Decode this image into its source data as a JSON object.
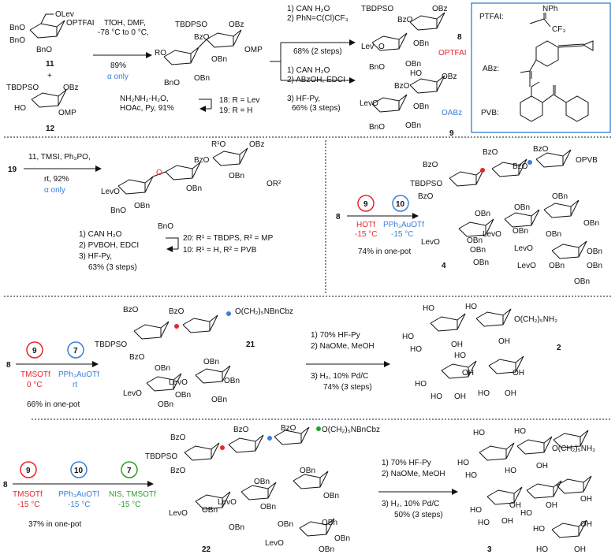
{
  "colors": {
    "red": "#e8252b",
    "blue": "#3a7ed8",
    "green": "#2aa02a",
    "box": "#4a90d9",
    "black": "#111111"
  },
  "panel1": {
    "cpd11": "11",
    "cpd12": "12",
    "plus": "+",
    "reag1": "TfOH, DMF,",
    "reag2": "-78 °C to 0 °C,",
    "yield1": "89%",
    "alpha": "α only",
    "reag3": "NH₂NH₂-H₂O,",
    "reag4": "HOAc, Py, 91%",
    "r18": "18: R = Lev",
    "r19": "19: R = H",
    "upper1": "1) CAN H₂O",
    "upper2": "2) PhN=C(Cl)CF₃",
    "upper3": "68% (2 steps)",
    "lower1": "1) CAN H₂O",
    "lower2": "2) ABzOH, EDCI",
    "lower3": "3) HF-Py,",
    "lower4": "66% (3 steps)",
    "cpd8": "8",
    "cpd9": "9",
    "optfai": "OPTFAI",
    "oabz": "OABz",
    "legend_ptfai": "PTFAI:",
    "legend_abz": "ABz:",
    "legend_pvb": "PVB:",
    "nph": "NPh",
    "cf3": "CF₃",
    "labels11": [
      "OLev",
      "BnO",
      "BnO",
      "BnO",
      "OPTFAI"
    ],
    "labels12": [
      "TBDPSO",
      "OBz",
      "HO",
      "OMP"
    ],
    "labelsMid": [
      "TBDPSO",
      "OBz",
      "BzO",
      "RO",
      "OBn",
      "OMP",
      "BnO",
      "OBn"
    ],
    "labels8": [
      "TBDPSO",
      "OBz",
      "BzO",
      "Lev",
      "O",
      "OBn",
      "BnO",
      "OBn"
    ],
    "labels9": [
      "HO",
      "OBz",
      "BzO",
      "LevO",
      "OBn",
      "BnO",
      "OBn"
    ]
  },
  "panel2": {
    "cpd19": "19",
    "reag1": "11, TMSI, Ph₃PO,",
    "reag2": "rt, 92%",
    "alpha": "α only",
    "step1": "1) CAN H₂O",
    "step2": "2) PVBOH, EDCI",
    "step3": "3) HF-Py,",
    "step4": "63% (3 steps)",
    "r20": "20: R¹ = TBDPS, R² = MP",
    "r10": "10: R¹ = H, R² = PVB",
    "labels": [
      "R¹O",
      "OBz",
      "BzO",
      "LevO",
      "OBn",
      "OBn",
      "BnO",
      "OBn",
      "BnO",
      "OR²",
      "O"
    ]
  },
  "panel3": {
    "cpd8": "8",
    "donor9": "9",
    "donor10": "10",
    "cond9": "HOTf",
    "temp9": "-15 °C",
    "cond10": "PPh₃AuOTf",
    "temp10": "-15 °C",
    "yield": "74% in one-pot",
    "cpd4": "4",
    "labels": [
      "BzO",
      "BzO",
      "BzO",
      "OPVB",
      "BzO",
      "TBDPSO",
      "BzO",
      "OBn",
      "OBn",
      "OBn",
      "OBn",
      "LevO",
      "LevO",
      "OBn",
      "OBn",
      "OBn",
      "OBn",
      "OBn",
      "LevO",
      "OBn",
      "OBn",
      "OBn",
      "LevO",
      "OBn"
    ]
  },
  "panel4": {
    "cpd8": "8",
    "donor9": "9",
    "donor7": "7",
    "cond9": "TMSOTf",
    "temp9": "0 °C",
    "cond7": "PPh₃AuOTf",
    "temp7": "rt",
    "yield": "66% in one-pot",
    "cpd21": "21",
    "sub": "O(CH₂)₅NBnCbz",
    "step1": "1) 70% HF-Py",
    "step2": "2) NaOMe, MeOH",
    "step3": "3) H₂, 10% Pd/C",
    "step4": "74% (3 steps)",
    "cpd2": "2",
    "prod": "O(CH₂)₅NH₂",
    "labels21": [
      "BzO",
      "BzO",
      "TBDPSO",
      "BzO",
      "OBn",
      "OBn",
      "LevO",
      "OBn",
      "OBn",
      "LevO",
      "OBn",
      "OBn"
    ],
    "labels2": [
      "HO",
      "HO",
      "HO",
      "HO",
      "OH",
      "HO",
      "OH",
      "OH",
      "HO",
      "OH",
      "HO",
      "OH",
      "HO",
      "OH"
    ]
  },
  "panel5": {
    "cpd8": "8",
    "donor9": "9",
    "donor10": "10",
    "donor7": "7",
    "cond9": "TMSOTf",
    "temp9": "-15 °C",
    "cond10": "PPh₃AuOTf",
    "temp10": "-15 °C",
    "cond7": "NIS, TMSOTf",
    "temp7": "-15 °C",
    "yield": "37% in one-pot",
    "cpd22": "22",
    "sub": "O(CH₂)₅NBnCbz",
    "step1": "1) 70% HF-Py",
    "step2": "2) NaOMe, MeOH",
    "step3": "3) H₂, 10% Pd/C",
    "step4": "50% (3 steps)",
    "cpd3": "3",
    "prod": "O(CH₂)₅NH₂",
    "labels22": [
      "BzO",
      "BzO",
      "BzO",
      "TBDPSO",
      "BzO",
      "OBn",
      "OBn",
      "LevO",
      "OBn",
      "OBn",
      "OBn",
      "LevO",
      "OBn",
      "OBn",
      "LevO",
      "OBn",
      "OBn",
      "OBn"
    ],
    "labels3": [
      "HO",
      "HO",
      "HO",
      "HO",
      "HO",
      "OH",
      "HO",
      "OH",
      "HO",
      "OH",
      "HO",
      "OH",
      "OH",
      "HO",
      "OH",
      "HO",
      "OH"
    ]
  }
}
